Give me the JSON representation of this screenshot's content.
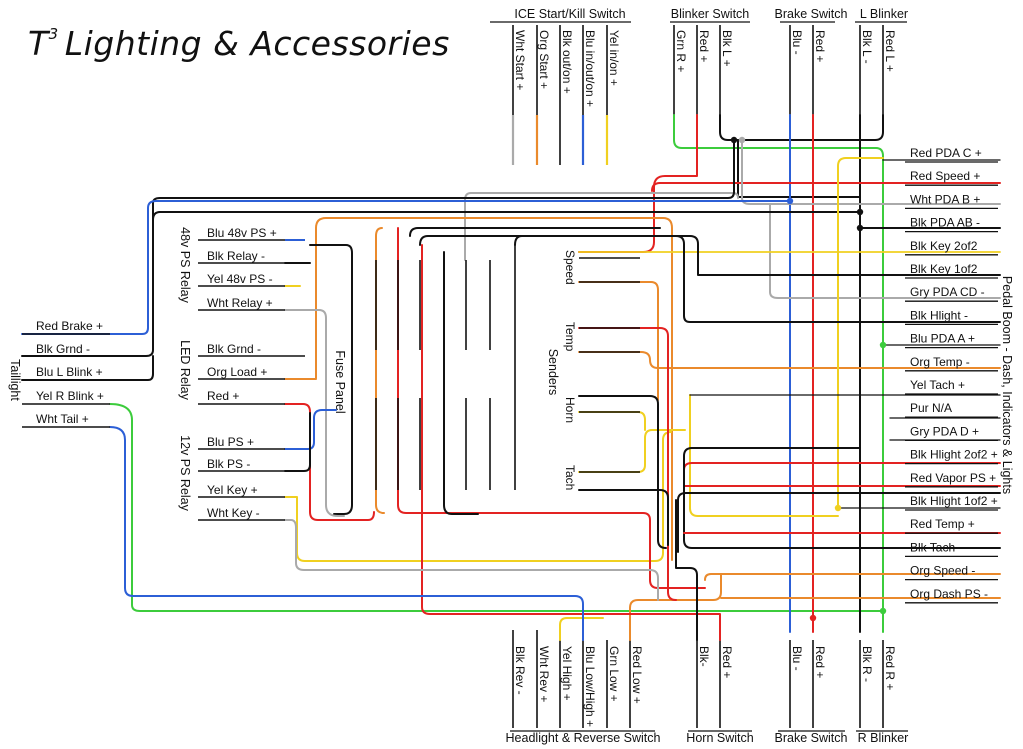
{
  "title": {
    "main": "T",
    "sup": "3",
    "rest": "Lighting & Accessories"
  },
  "wire_colors": {
    "red": "#e32322",
    "black": "#111111",
    "blue": "#2c5fd6",
    "orange": "#ea8a2c",
    "yellow": "#f0d020",
    "green": "#3ccc3c",
    "gray": "#aaaaaa"
  },
  "groups": {
    "ice": "ICE Start/Kill Switch",
    "blinker_switch": "Blinker Switch",
    "brake_switch_top": "Brake Switch",
    "l_blinker": "L Blinker",
    "headlight_switch": "Headlight & Reverse Switch",
    "horn_switch": "Horn Switch",
    "brake_switch_bottom": "Brake Switch",
    "r_blinker": "R Blinker",
    "taillight": "Taillight",
    "ps48": "48v PS Relay",
    "led_relay": "LED Relay",
    "ps12": "12v PS Relay",
    "fuse_panel": "Fuse Panel",
    "senders": "Senders",
    "pedal_boom": "Pedal Boom - Dash, Indicators & Lights"
  },
  "top_wires": {
    "ice": [
      "Wht Start +",
      "Org Start +",
      "Blk out/on +",
      "Blu in/out/on +",
      "Yel in/on +"
    ],
    "blinker_switch": [
      "Grn R +",
      "Red +",
      "Blk L +"
    ],
    "brake_switch": [
      "Blu -",
      "Red +"
    ],
    "l_blinker": [
      "Blk L -",
      "Red L +"
    ]
  },
  "bottom_wires": {
    "headlight": [
      "Blk Rev -",
      "Wht Rev +",
      "Yel High +",
      "Blu Low/High +",
      "Grn Low +",
      "Red Low +"
    ],
    "horn": [
      "Blk-",
      "Red +"
    ],
    "brake": [
      "Blu -",
      "Red +"
    ],
    "r_blinker": [
      "Blk R -",
      "Red R +"
    ]
  },
  "taillight_wires": [
    "Red Brake +",
    "Blk Grnd -",
    "Blu L Blink +",
    "Yel R Blink +",
    "Wht Tail +"
  ],
  "ps48_wires": [
    "Blu 48v PS +",
    "Blk Relay -",
    "Yel 48v PS -",
    "Wht Relay +"
  ],
  "led_wires": [
    "Blk Grnd -",
    "Org Load +",
    "Red +"
  ],
  "ps12_wires": [
    "Blu PS +",
    "Blk PS -",
    "Yel Key +",
    "Wht Key -"
  ],
  "sender_labels": [
    "Speed",
    "Temp",
    "Horn",
    "Tach"
  ],
  "pedal_wires": [
    "Red PDA C +",
    "Red Speed +",
    "Wht PDA B +",
    "Blk PDA AB -",
    "Blk Key 2of2",
    "Blk Key 1of2",
    "Gry PDA CD -",
    "Blk Hlight -",
    "Blu PDA A +",
    "Org Temp -",
    "Yel Tach +",
    "Pur N/A",
    "Gry PDA D +",
    "Blk Hlight 2of2 +",
    "Red Vapor PS +",
    "Blk Hlight 1of2 +",
    "Red Temp +",
    "Blk Tach -",
    "Org Speed -",
    "Org Dash PS -"
  ]
}
